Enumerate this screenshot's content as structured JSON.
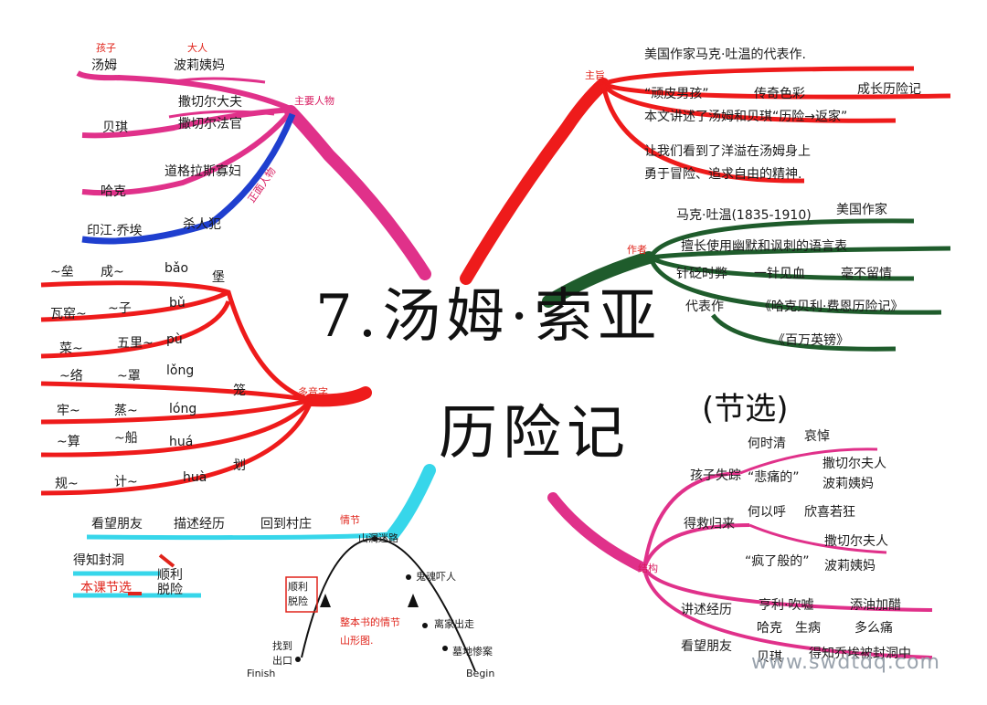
{
  "title": {
    "line1": "7.汤姆·索亚",
    "line2": "历险记",
    "note": "(节选)"
  },
  "branches": {
    "characters": {
      "label": "主要人物",
      "sub_label": "正面人物",
      "header_left": "孩子",
      "header_right": "大人",
      "rows": [
        {
          "child": "汤姆",
          "adult": "波莉姨妈"
        },
        {
          "child": "贝琪",
          "adult": "撒切尔大夫"
        },
        {
          "adult2": "撒切尔法官"
        },
        {
          "child": "哈克",
          "adult": "道格拉斯寡妇"
        },
        {
          "child": "印江·乔埃",
          "adult": "杀人犯"
        }
      ]
    },
    "theme": {
      "label": "主旨",
      "items": [
        "美国作家马克·吐温的代表作.",
        "“顽皮男孩”",
        "传奇色彩",
        "成长历险记",
        "本文讲述了汤姆和贝琪“历险→返家”",
        "让我们看到了洋溢在汤姆身上",
        "勇于冒险、追求自由的精神."
      ]
    },
    "author": {
      "label": "作者",
      "items": [
        "马克·吐温(1835-1910)",
        "美国作家",
        "擅长使用幽默和讽刺的语言表",
        "针砭时弊",
        "一针见血",
        "毫不留情",
        "代表作",
        "《哈克贝利·费恩历险记》",
        "《百万英镑》"
      ]
    },
    "polyphone": {
      "label": "多音字",
      "rows": [
        {
          "w1": "~垒",
          "w2": "成~",
          "py": "bǎo",
          "char": "堡"
        },
        {
          "w1": "瓦窑~",
          "w2": "~子",
          "py": "bǔ"
        },
        {
          "w1": "菜~",
          "w2": "五里~",
          "py": "pù"
        },
        {
          "w1": "~络",
          "w2": "~罩",
          "py": "lǒng"
        },
        {
          "w1": "牢~",
          "w2": "蒸~",
          "py": "lóng",
          "char": "笼"
        },
        {
          "w1": "~算",
          "w2": "~船",
          "py": "huá"
        },
        {
          "w1": "规~",
          "w2": "计~",
          "py": "huà",
          "char": "划"
        }
      ]
    },
    "plot": {
      "label": "情节",
      "flow": [
        "回到村庄",
        "描述经历",
        "看望朋友"
      ],
      "info": "得知封洞",
      "mark": "本课节选",
      "escape": "顺利脱险"
    },
    "structure": {
      "label": "结构",
      "groups": [
        {
          "name": "孩子失踪",
          "items": [
            "何时清",
            "哀悼",
            "“悲痛的”",
            "撒切尔夫人",
            "波莉姨妈"
          ]
        },
        {
          "name": "得救归来",
          "items": [
            "何以呼",
            "“疯了般的”",
            "欣喜若狂",
            "撒切尔夫人",
            "波莉姨妈"
          ]
        },
        {
          "name": "讲述经历",
          "items": [
            "亨利·吹嘘",
            "添油加醋",
            "哈克",
            "生病",
            "多么痛"
          ]
        },
        {
          "name": "看望朋友",
          "items": [
            "贝琪",
            "得知乔埃被封洞中"
          ]
        }
      ]
    },
    "plot_diagram": {
      "peak": "山洞迷路",
      "left_top": "顺利脱险",
      "left_bottom": "找到出口",
      "right_top": "鬼魂吓人",
      "right_mid": "离家出走",
      "right_bottom": "墓地惨案",
      "finish": "Finish",
      "begin": "Begin",
      "caption": "整本书的情节山形图."
    }
  },
  "watermark": "www.swdtdq.com",
  "colors": {
    "red": "#e8231c",
    "pink": "#e0318a",
    "green": "#1f5c2c",
    "blue": "#1f3fcf",
    "cyan": "#37d6ea"
  }
}
